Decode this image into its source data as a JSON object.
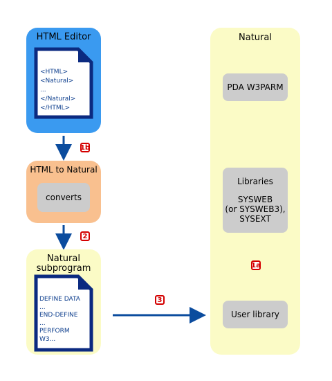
{
  "html_editor": {
    "title": "HTML Editor",
    "lines": [
      "<HTML>",
      "<Natural>",
      "...",
      "</Natural>",
      "</HTML>"
    ]
  },
  "converter": {
    "title": "HTML to Natural",
    "action": "converts"
  },
  "subprogram": {
    "title_line1": "Natural",
    "title_line2": "subprogram",
    "lines": [
      "DEFINE DATA",
      "...",
      "END-DEFINE",
      "...",
      "PERFORM",
      "W3..."
    ]
  },
  "natural": {
    "title": "Natural",
    "pda": "PDA W3PARM",
    "libraries_title": "Libraries",
    "libraries_line1": "SYSWEB",
    "libraries_line2": "(or SYSWEB3),",
    "libraries_line3": "SYSEXT",
    "user_library": "User library"
  },
  "steps": {
    "step_1b": "1b",
    "step_2": "2",
    "step_3": "3",
    "step_1a": "1a"
  },
  "colors": {
    "editor_blue": "#3a9af0",
    "converter_orange": "#f9c08f",
    "yellow_panel": "#fbfbc6",
    "gray_box": "#cccccc",
    "arrow_blue": "#0b4c9e",
    "badge_red": "#d40000"
  }
}
